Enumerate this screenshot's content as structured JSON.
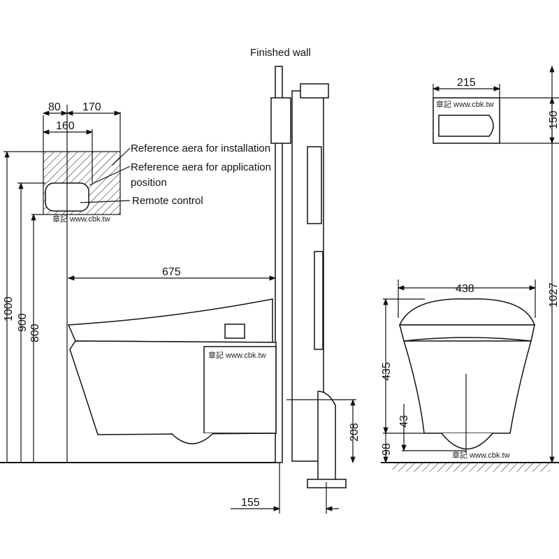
{
  "labels": {
    "finished_wall": "Finished  wall",
    "ref_installation": "Reference aera for installation",
    "ref_application_1": "Reference aera for application",
    "ref_application_2": "position",
    "remote_control": "Remote control",
    "watermark": "章記 www.cbk.tw"
  },
  "dimensions": {
    "remote_80": "80",
    "remote_170": "170",
    "remote_160": "160",
    "panel_width": "215",
    "panel_height": "150",
    "depth": "675",
    "h_1000": "1000",
    "h_900": "900",
    "h_800": "800",
    "width": "438",
    "total_height": "1027",
    "bowl_height": "435",
    "d_43": "43",
    "d_98": "98",
    "d_208": "208",
    "d_155": "155"
  }
}
